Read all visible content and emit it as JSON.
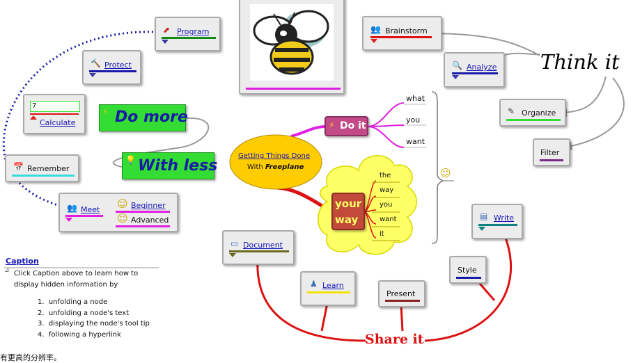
{
  "center": {
    "title": "Getting Things Done",
    "with_prefix": "With ",
    "with_app": "Freeplane"
  },
  "think_it": "Think it",
  "share_it": "Share it",
  "do_it": {
    "label": "Do it",
    "children": [
      "what",
      "you",
      "want"
    ]
  },
  "your_way": {
    "label_line1": "your",
    "label_line2": "way",
    "children": [
      "the",
      "way",
      "you",
      "want",
      "it"
    ]
  },
  "think_nodes": {
    "brainstorm": "Brainstorm",
    "analyze": "Analyze",
    "organize": "Organize",
    "filter": "Filter"
  },
  "share_nodes": {
    "document": "Document",
    "learn": "Learn",
    "present": "Present",
    "style": "Style",
    "write": "Write"
  },
  "left_nodes": {
    "program": "Program",
    "protect": "Protect",
    "calculate_value": "7",
    "calculate": "Calculate",
    "do_more": "Do more",
    "with_less": "With less",
    "remember": "Remember",
    "meet": "Meet",
    "beginner": "Beginner",
    "advanced": "Advanced"
  },
  "caption": {
    "title": "Caption",
    "line1": "Click Caption above to learn how to",
    "line2": "display hidden information by",
    "items": [
      "unfolding a node",
      "unfolding a node's text",
      "displaying the node's tool tip",
      "following a hyperlink"
    ]
  },
  "footer_text": "有更高的分辨率。",
  "colors": {
    "red": "#dd1111",
    "magenta": "#e01fe0",
    "navy": "#1a1aa8",
    "green": "#33dd33",
    "yellow_cloud": "#ffff66",
    "center_fill": "#ffcc00"
  },
  "icons": [
    "bee-image",
    "arrow-out-icon",
    "hammer-icon",
    "magic-wand-icon",
    "bulb-icon",
    "calendar-icon",
    "people-icon",
    "smiley-icon",
    "magnifier-icon",
    "pencil-icon",
    "notepad-icon",
    "pawn-icon",
    "rectangle-icon"
  ]
}
